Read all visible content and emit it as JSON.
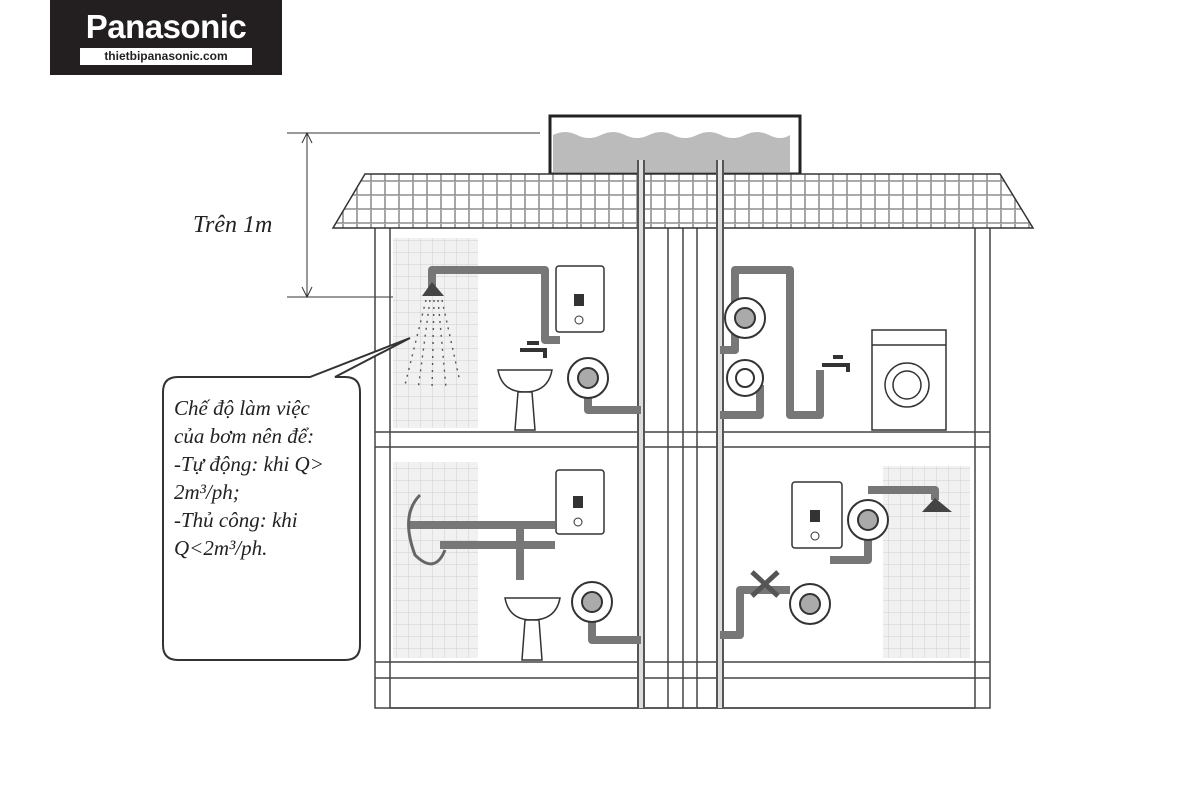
{
  "logo": {
    "brand": "Panasonic",
    "website": "thietbipanasonic.com"
  },
  "dimension_label": "Trên 1m",
  "callout": {
    "lines": [
      "Chế độ làm việc",
      "của bơm nên để:",
      "-Tự động: khi Q>",
      "2m³/ph;",
      "-Thủ công: khi",
      "Q<2m³/ph."
    ]
  }
}
